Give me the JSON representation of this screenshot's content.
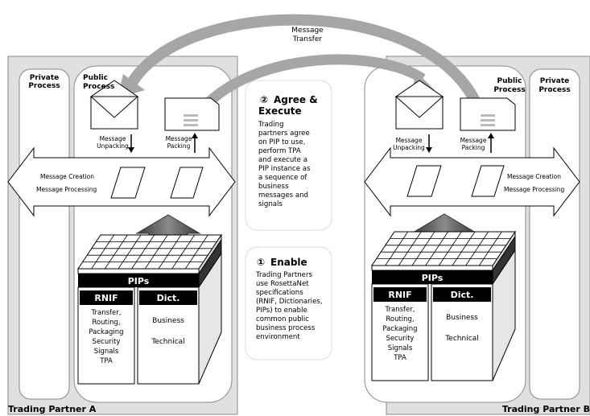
{
  "message_transfer": [
    "Message",
    "Transfer"
  ],
  "partner_a": {
    "name": "Trading Partner A",
    "private_process": [
      "Private",
      "Process"
    ],
    "public_process": [
      "Public",
      "Process"
    ],
    "unpacking": [
      "Message",
      "Unpacking"
    ],
    "packing": [
      "Message",
      "Packing"
    ],
    "creation": "Message Creation",
    "processing": "Message Processing",
    "pips": "PIPs",
    "rnif": "RNIF",
    "dict": "Dict.",
    "rnif_items": [
      "Transfer,",
      "Routing,",
      "Packaging",
      "Security",
      "Signals",
      "TPA"
    ],
    "dict_items": [
      "Business",
      "Technical"
    ]
  },
  "partner_b": {
    "name": "Trading Partner B",
    "private_process": [
      "Private",
      "Process"
    ],
    "public_process": [
      "Public",
      "Process"
    ],
    "unpacking": [
      "Message",
      "Unpacking"
    ],
    "packing": [
      "Message",
      "Packing"
    ],
    "creation": "Message Creation",
    "processing": "Message Processing",
    "pips": "PIPs",
    "rnif": "RNIF",
    "dict": "Dict.",
    "rnif_items": [
      "Transfer,",
      "Routing,",
      "Packaging",
      "Security",
      "Signals",
      "TPA"
    ],
    "dict_items": [
      "Business",
      "Technical"
    ]
  },
  "steps": {
    "agree": {
      "number": "②",
      "title": [
        "Agree &",
        "Execute"
      ],
      "body": [
        "Trading",
        "partners agree",
        "on PIP to use,",
        "perform TPA",
        "and execute a",
        "PIP instance as",
        "a sequence of",
        "business",
        "messages and",
        "signals"
      ]
    },
    "enable": {
      "number": "①",
      "title": [
        "Enable"
      ],
      "body": [
        "Trading Partners",
        "use RosettaNet",
        "specifications",
        "(RNIF, Dictionaries,",
        "PIPs) to enable",
        "common public",
        "business process",
        "environment"
      ]
    }
  },
  "colors": {
    "panel": "#e0e0e0",
    "arrow_gray": "#a6a6a6",
    "dark_arrow": "#595959",
    "black": "#000000"
  }
}
